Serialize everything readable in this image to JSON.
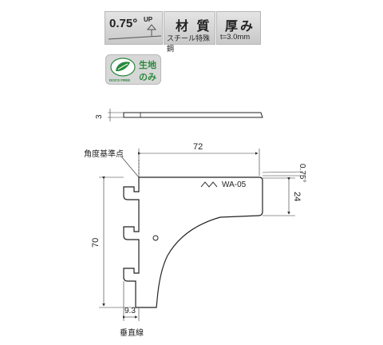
{
  "badges": {
    "angle": {
      "value": "0.75°",
      "sup": "UP"
    },
    "material": {
      "title": "材 質",
      "value": "スチール特殊鋼"
    },
    "thickness": {
      "title": "厚み",
      "value": "t=3.0mm"
    }
  },
  "eco": {
    "line1": "生地",
    "line2": "のみ",
    "tiny": "DOCS FREE"
  },
  "dimensions": {
    "thickness": "3",
    "width": "72",
    "angle": "0.75°",
    "depth": "24",
    "height": "70",
    "offset": "9.3"
  },
  "labels": {
    "angle_ref": "角度基準点",
    "vertical": "垂直線",
    "model": "WA-05"
  },
  "colors": {
    "line": "#222222",
    "dim": "#333333",
    "eco_green": "#2a8a3c"
  }
}
